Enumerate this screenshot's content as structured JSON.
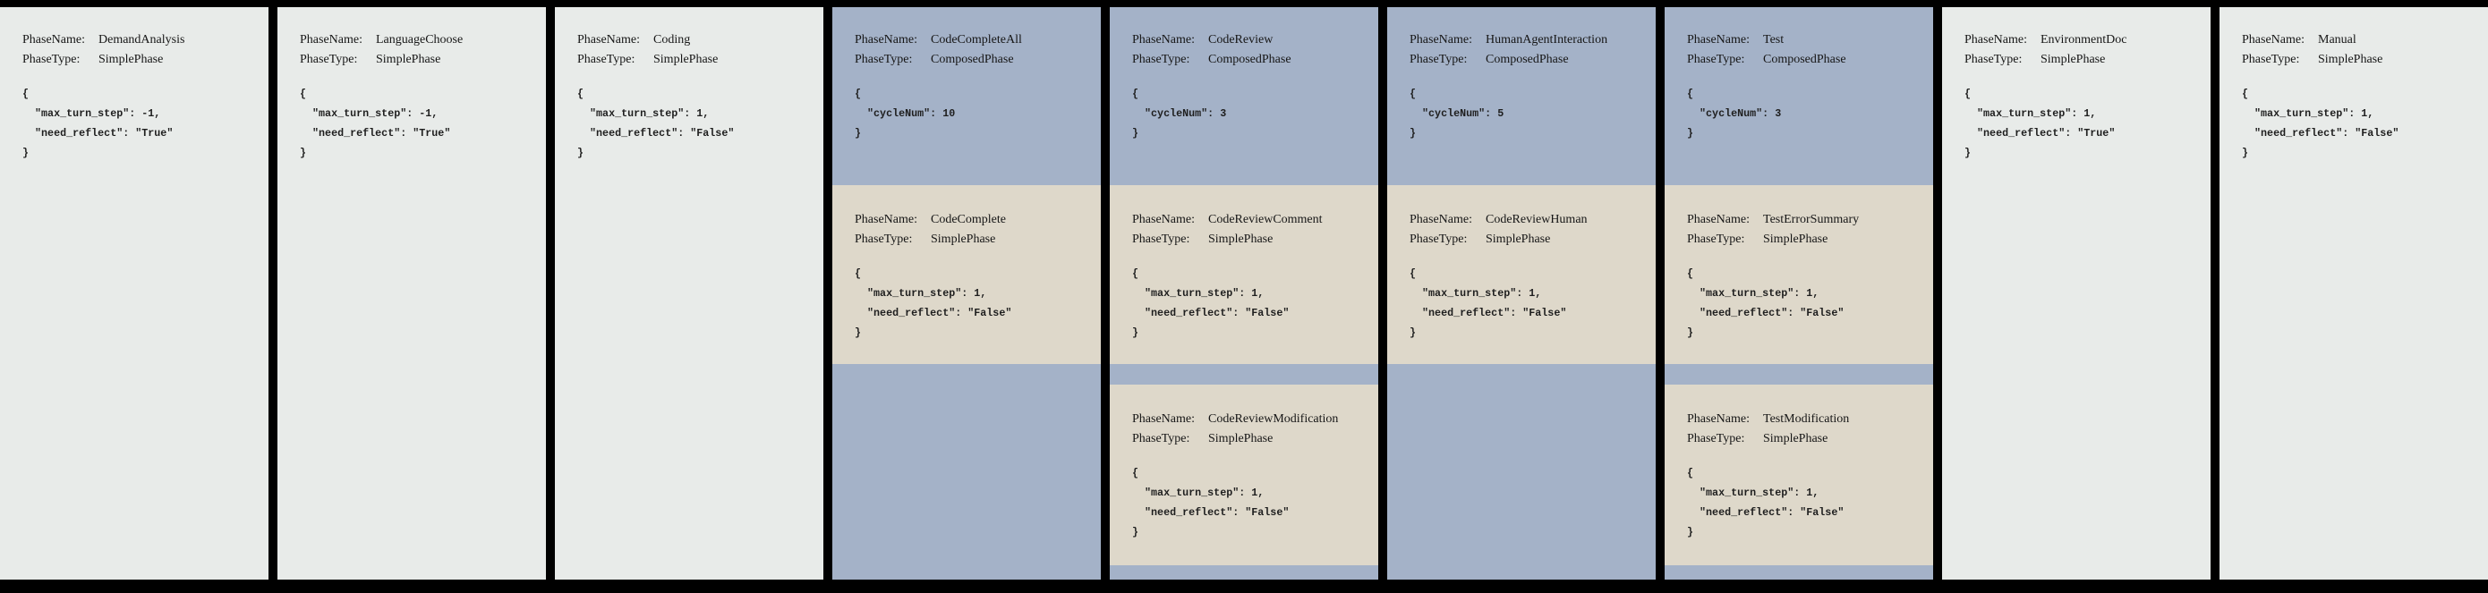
{
  "labels": {
    "phase_name": "PhaseName:",
    "phase_type": "PhaseType:"
  },
  "colors": {
    "background": "#000000",
    "simple_phase_bg": "#e8ebe9",
    "composed_phase_bg": "#a4b2c8",
    "nested_phase_bg": "#ded8ca",
    "text": "#161616"
  },
  "phases": [
    {
      "name": "DemandAnalysis",
      "type": "SimplePhase",
      "config": "{\n  \"max_turn_step\": -1,\n  \"need_reflect\": \"True\"\n}",
      "children": []
    },
    {
      "name": "LanguageChoose",
      "type": "SimplePhase",
      "config": "{\n  \"max_turn_step\": -1,\n  \"need_reflect\": \"True\"\n}",
      "children": []
    },
    {
      "name": "Coding",
      "type": "SimplePhase",
      "config": "{\n  \"max_turn_step\": 1,\n  \"need_reflect\": \"False\"\n}",
      "children": []
    },
    {
      "name": "CodeCompleteAll",
      "type": "ComposedPhase",
      "config": "{\n  \"cycleNum\": 10\n}",
      "children": [
        {
          "name": "CodeComplete",
          "type": "SimplePhase",
          "config": "{\n  \"max_turn_step\": 1,\n  \"need_reflect\": \"False\"\n}"
        }
      ]
    },
    {
      "name": "CodeReview",
      "type": "ComposedPhase",
      "config": "{\n  \"cycleNum\": 3\n}",
      "children": [
        {
          "name": "CodeReviewComment",
          "type": "SimplePhase",
          "config": "{\n  \"max_turn_step\": 1,\n  \"need_reflect\": \"False\"\n}"
        },
        {
          "name": "CodeReviewModification",
          "type": "SimplePhase",
          "config": "{\n  \"max_turn_step\": 1,\n  \"need_reflect\": \"False\"\n}"
        }
      ]
    },
    {
      "name": "HumanAgentInteraction",
      "type": "ComposedPhase",
      "config": "{\n  \"cycleNum\": 5\n}",
      "children": [
        {
          "name": "CodeReviewHuman",
          "type": "SimplePhase",
          "config": "{\n  \"max_turn_step\": 1,\n  \"need_reflect\": \"False\"\n}"
        }
      ]
    },
    {
      "name": "Test",
      "type": "ComposedPhase",
      "config": "{\n  \"cycleNum\": 3\n}",
      "children": [
        {
          "name": "TestErrorSummary",
          "type": "SimplePhase",
          "config": "{\n  \"max_turn_step\": 1,\n  \"need_reflect\": \"False\"\n}"
        },
        {
          "name": "TestModification",
          "type": "SimplePhase",
          "config": "{\n  \"max_turn_step\": 1,\n  \"need_reflect\": \"False\"\n}"
        }
      ]
    },
    {
      "name": "EnvironmentDoc",
      "type": "SimplePhase",
      "config": "{\n  \"max_turn_step\": 1,\n  \"need_reflect\": \"True\"\n}",
      "children": []
    },
    {
      "name": "Manual",
      "type": "SimplePhase",
      "config": "{\n  \"max_turn_step\": 1,\n  \"need_reflect\": \"False\"\n}",
      "children": []
    }
  ]
}
